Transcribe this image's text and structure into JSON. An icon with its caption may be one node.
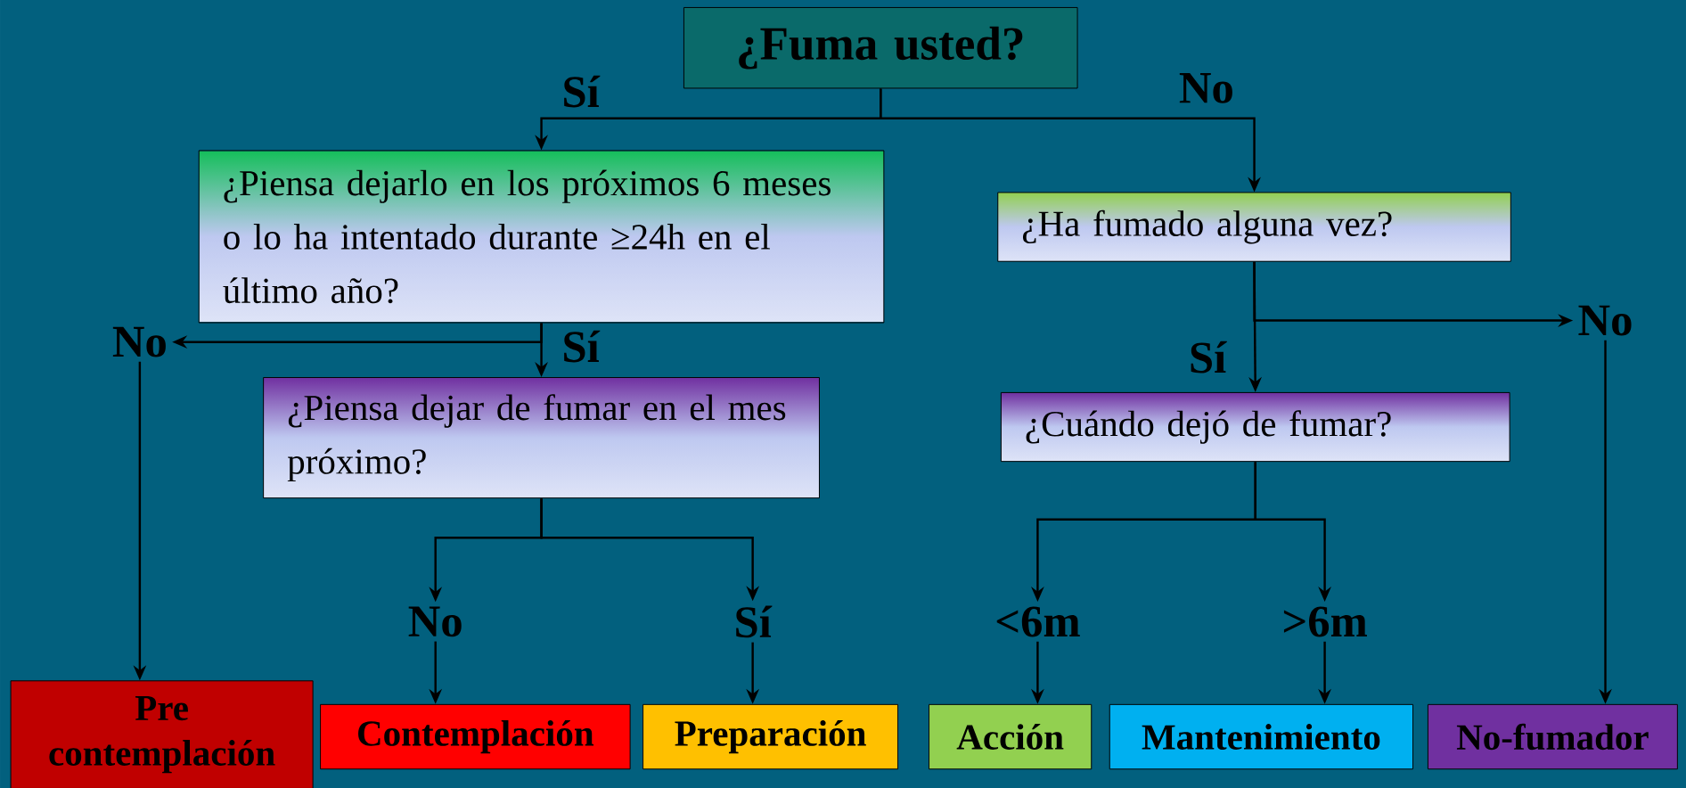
{
  "diagram": {
    "nodes": [
      {
        "text": [
          "¿Fuma usted?"
        ]
      },
      {
        "text": [
          "¿Piensa dejarlo en los próximos 6 meses o lo ha intentado durante ≥24h en el último año?"
        ]
      },
      {
        "text": [
          "¿Ha fumado alguna vez?"
        ]
      },
      {
        "text": [
          "¿Piensa dejar de fumar en el mes próximo?"
        ]
      },
      {
        "text": [
          "¿Cuándo dejó de fumar?"
        ]
      },
      {
        "text": [
          "No"
        ]
      },
      {
        "text": [
          "No"
        ]
      },
      {
        "text": [
          "Sí"
        ]
      },
      {
        "text": [
          "<6m"
        ]
      },
      {
        "text": [
          ">6m"
        ]
      },
      {
        "text": [
          "No"
        ]
      },
      {
        "text": [
          "Pre contemplación"
        ]
      },
      {
        "text": [
          "Contemplación"
        ]
      },
      {
        "text": [
          "Preparación"
        ]
      },
      {
        "text": [
          "Acción"
        ]
      },
      {
        "text": [
          "Mantenimiento"
        ]
      },
      {
        "text": [
          "No-fumador"
        ]
      }
    ],
    "edges": [
      {
        "from": 0,
        "to": 1,
        "arrow": "to",
        "label": "Sí"
      },
      {
        "from": 0,
        "to": 2,
        "arrow": "to",
        "label": "No"
      },
      {
        "from": 1,
        "to": 5,
        "arrow": "to"
      },
      {
        "from": 1,
        "to": 3,
        "arrow": "to",
        "label": "Sí"
      },
      {
        "from": 5,
        "to": 11,
        "arrow": "to"
      },
      {
        "from": 3,
        "to": 6,
        "arrow": "to"
      },
      {
        "from": 3,
        "to": 7,
        "arrow": "to"
      },
      {
        "from": 6,
        "to": 12,
        "arrow": "to"
      },
      {
        "from": 7,
        "to": 13,
        "arrow": "to"
      },
      {
        "from": 2,
        "to": 10,
        "arrow": "to"
      },
      {
        "from": 2,
        "to": 4,
        "arrow": "to",
        "label": "Sí"
      },
      {
        "from": 4,
        "to": 8,
        "arrow": "to"
      },
      {
        "from": 4,
        "to": 9,
        "arrow": "to"
      },
      {
        "from": 8,
        "to": 14,
        "arrow": "to"
      },
      {
        "from": 9,
        "to": 15,
        "arrow": "to"
      },
      {
        "from": 10,
        "to": 16,
        "arrow": "to"
      }
    ]
  }
}
